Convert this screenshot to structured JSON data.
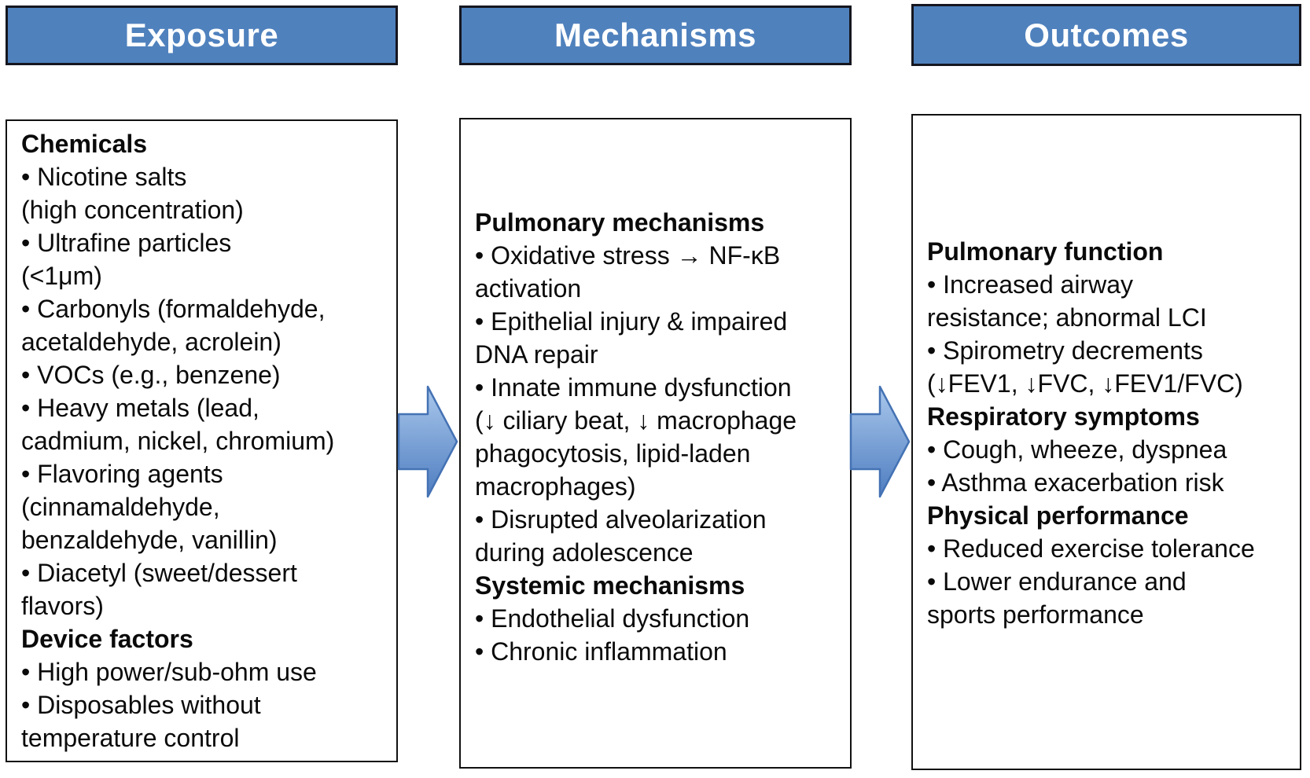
{
  "diagram": {
    "columns": [
      {
        "id": "exposure",
        "header": "Exposure",
        "lines": [
          {
            "text": "Chemicals",
            "bold": true
          },
          {
            "text": "• Nicotine salts",
            "bold": false
          },
          {
            "text": "(high concentration)",
            "bold": false
          },
          {
            "text": "• Ultrafine particles",
            "bold": false
          },
          {
            "text": "(<1μm)",
            "bold": false
          },
          {
            "text": "• Carbonyls (formaldehyde,",
            "bold": false
          },
          {
            "text": "acetaldehyde, acrolein)",
            "bold": false
          },
          {
            "text": "• VOCs (e.g., benzene)",
            "bold": false
          },
          {
            "text": "• Heavy metals (lead,",
            "bold": false
          },
          {
            "text": "cadmium, nickel, chromium)",
            "bold": false
          },
          {
            "text": "• Flavoring agents",
            "bold": false
          },
          {
            "text": "(cinnamaldehyde,",
            "bold": false
          },
          {
            "text": "benzaldehyde, vanillin)",
            "bold": false
          },
          {
            "text": "• Diacetyl (sweet/dessert",
            "bold": false
          },
          {
            "text": "flavors)",
            "bold": false
          },
          {
            "text": "Device factors",
            "bold": true
          },
          {
            "text": "• High power/sub-ohm use",
            "bold": false
          },
          {
            "text": "• Disposables without",
            "bold": false
          },
          {
            "text": "temperature control",
            "bold": false
          }
        ]
      },
      {
        "id": "mechanisms",
        "header": "Mechanisms",
        "lines": [
          {
            "text": "Pulmonary mechanisms",
            "bold": true
          },
          {
            "text": "• Oxidative stress → NF-κB",
            "bold": false
          },
          {
            "text": "activation",
            "bold": false
          },
          {
            "text": "• Epithelial injury & impaired",
            "bold": false
          },
          {
            "text": "DNA repair",
            "bold": false
          },
          {
            "text": "• Innate immune dysfunction",
            "bold": false
          },
          {
            "text": "(↓ ciliary beat, ↓ macrophage",
            "bold": false
          },
          {
            "text": "phagocytosis, lipid-laden",
            "bold": false
          },
          {
            "text": "macrophages)",
            "bold": false
          },
          {
            "text": "• Disrupted alveolarization",
            "bold": false
          },
          {
            "text": "during adolescence",
            "bold": false
          },
          {
            "text": "Systemic mechanisms",
            "bold": true
          },
          {
            "text": "• Endothelial dysfunction",
            "bold": false
          },
          {
            "text": "• Chronic inflammation",
            "bold": false
          }
        ]
      },
      {
        "id": "outcomes",
        "header": "Outcomes",
        "lines": [
          {
            "text": "Pulmonary function",
            "bold": true
          },
          {
            "text": "• Increased airway",
            "bold": false
          },
          {
            "text": "resistance; abnormal LCI",
            "bold": false
          },
          {
            "text": "• Spirometry decrements",
            "bold": false
          },
          {
            "text": "(↓FEV1, ↓FVC, ↓FEV1/FVC)",
            "bold": false
          },
          {
            "text": "Respiratory symptoms",
            "bold": true
          },
          {
            "text": "• Cough, wheeze, dyspnea",
            "bold": false
          },
          {
            "text": "• Asthma exacerbation risk",
            "bold": false
          },
          {
            "text": "Physical performance",
            "bold": true
          },
          {
            "text": "• Reduced exercise tolerance",
            "bold": false
          },
          {
            "text": "• Lower endurance and",
            "bold": false
          },
          {
            "text": "sports performance",
            "bold": false
          }
        ]
      }
    ],
    "colors": {
      "header_bg": "#4f81bd",
      "header_text": "#ffffff",
      "header_border": "#15161f",
      "box_border": "#111111",
      "arrow_gradient_top": "#aac8ec",
      "arrow_gradient_bottom": "#4e7dc0",
      "arrow_border": "#4472b4"
    }
  }
}
